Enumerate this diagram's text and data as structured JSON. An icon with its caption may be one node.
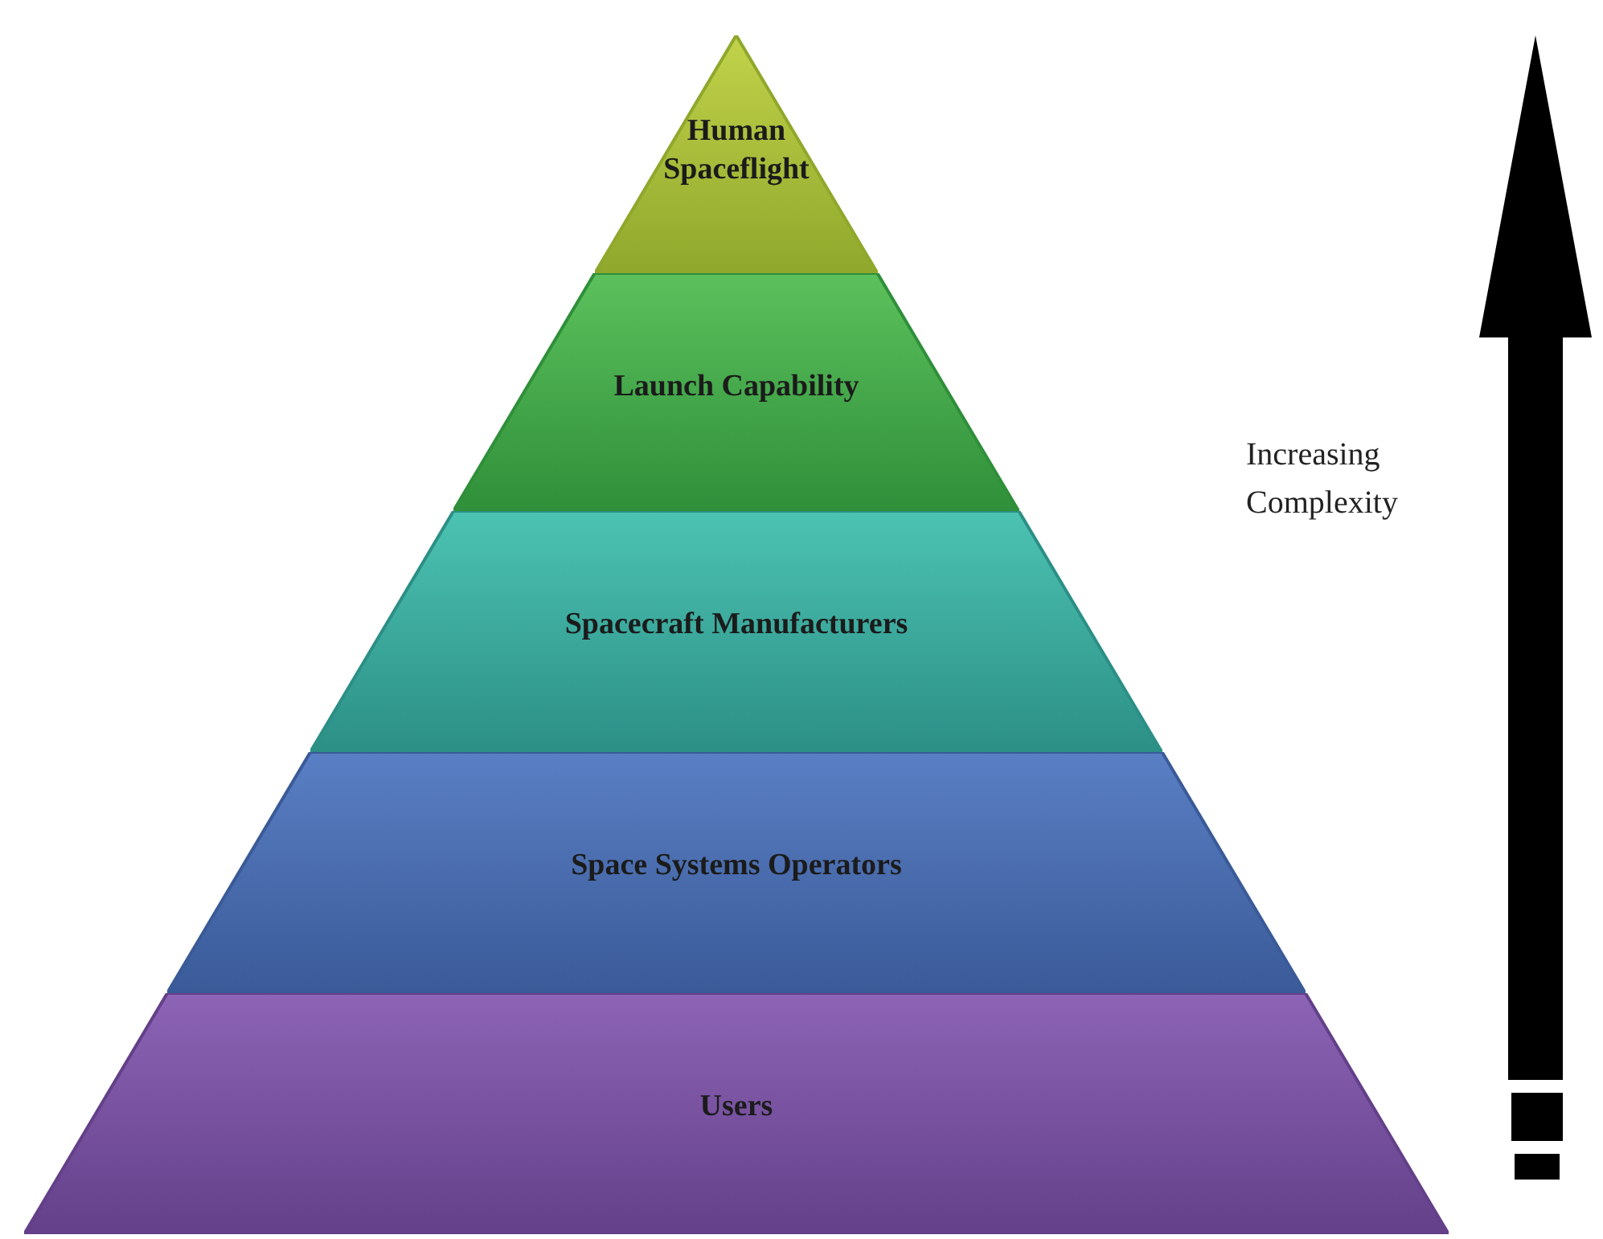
{
  "diagram": {
    "nodes": [
      {
        "text": [
          "Human Spaceflight"
        ]
      },
      {
        "text": [
          "Launch Capability"
        ]
      },
      {
        "text": [
          "Spacecraft Manufacturers"
        ]
      },
      {
        "text": [
          "Space Systems Operators"
        ]
      },
      {
        "text": [
          "Users"
        ]
      }
    ],
    "labels": [
      "Increasing Complexity"
    ]
  }
}
